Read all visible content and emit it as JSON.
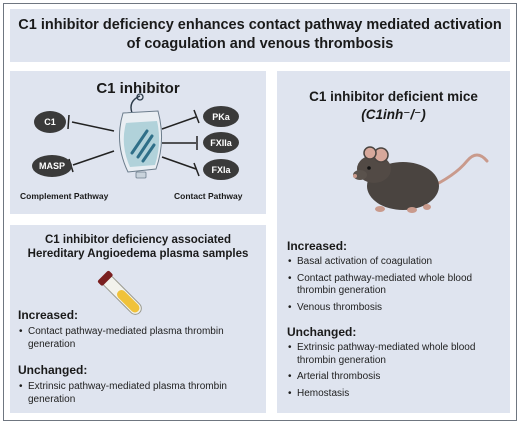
{
  "title": "C1 inhibitor deficiency enhances contact pathway mediated activation of coagulation and venous thrombosis",
  "inhibitor_panel": {
    "title": "C1 inhibitor",
    "left_targets": [
      "C1",
      "MASP"
    ],
    "right_targets": [
      "PKa",
      "FXIIa",
      "FXIa"
    ],
    "left_caption": "Complement Pathway",
    "right_caption": "Contact Pathway",
    "colors": {
      "pill": "#3a3a3a",
      "bag": "#7fb4c0"
    },
    "icons": [
      "iv-bag-icon",
      "inhibition-arrow"
    ]
  },
  "hae_panel": {
    "title": "C1 inhibitor deficiency associated Hereditary Angioedema plasma samples",
    "increased_label": "Increased:",
    "increased_items": [
      "Contact pathway-mediated plasma thrombin generation"
    ],
    "unchanged_label": "Unchanged:",
    "unchanged_items": [
      "Extrinsic pathway-mediated plasma thrombin generation"
    ],
    "icons": [
      "blood-tube-icon"
    ]
  },
  "mice_panel": {
    "title_line1": "C1 inhibitor deficient mice",
    "genotype": "(C1inh⁻/⁻)",
    "increased_label": "Increased:",
    "increased_items": [
      "Basal activation of coagulation",
      "Contact pathway-mediated whole blood thrombin generation",
      "Venous thrombosis"
    ],
    "unchanged_label": "Unchanged:",
    "unchanged_items": [
      "Extrinsic pathway-mediated whole blood thrombin generation",
      "Arterial thrombosis",
      "Hemostasis"
    ],
    "icons": [
      "mouse-icon"
    ]
  }
}
